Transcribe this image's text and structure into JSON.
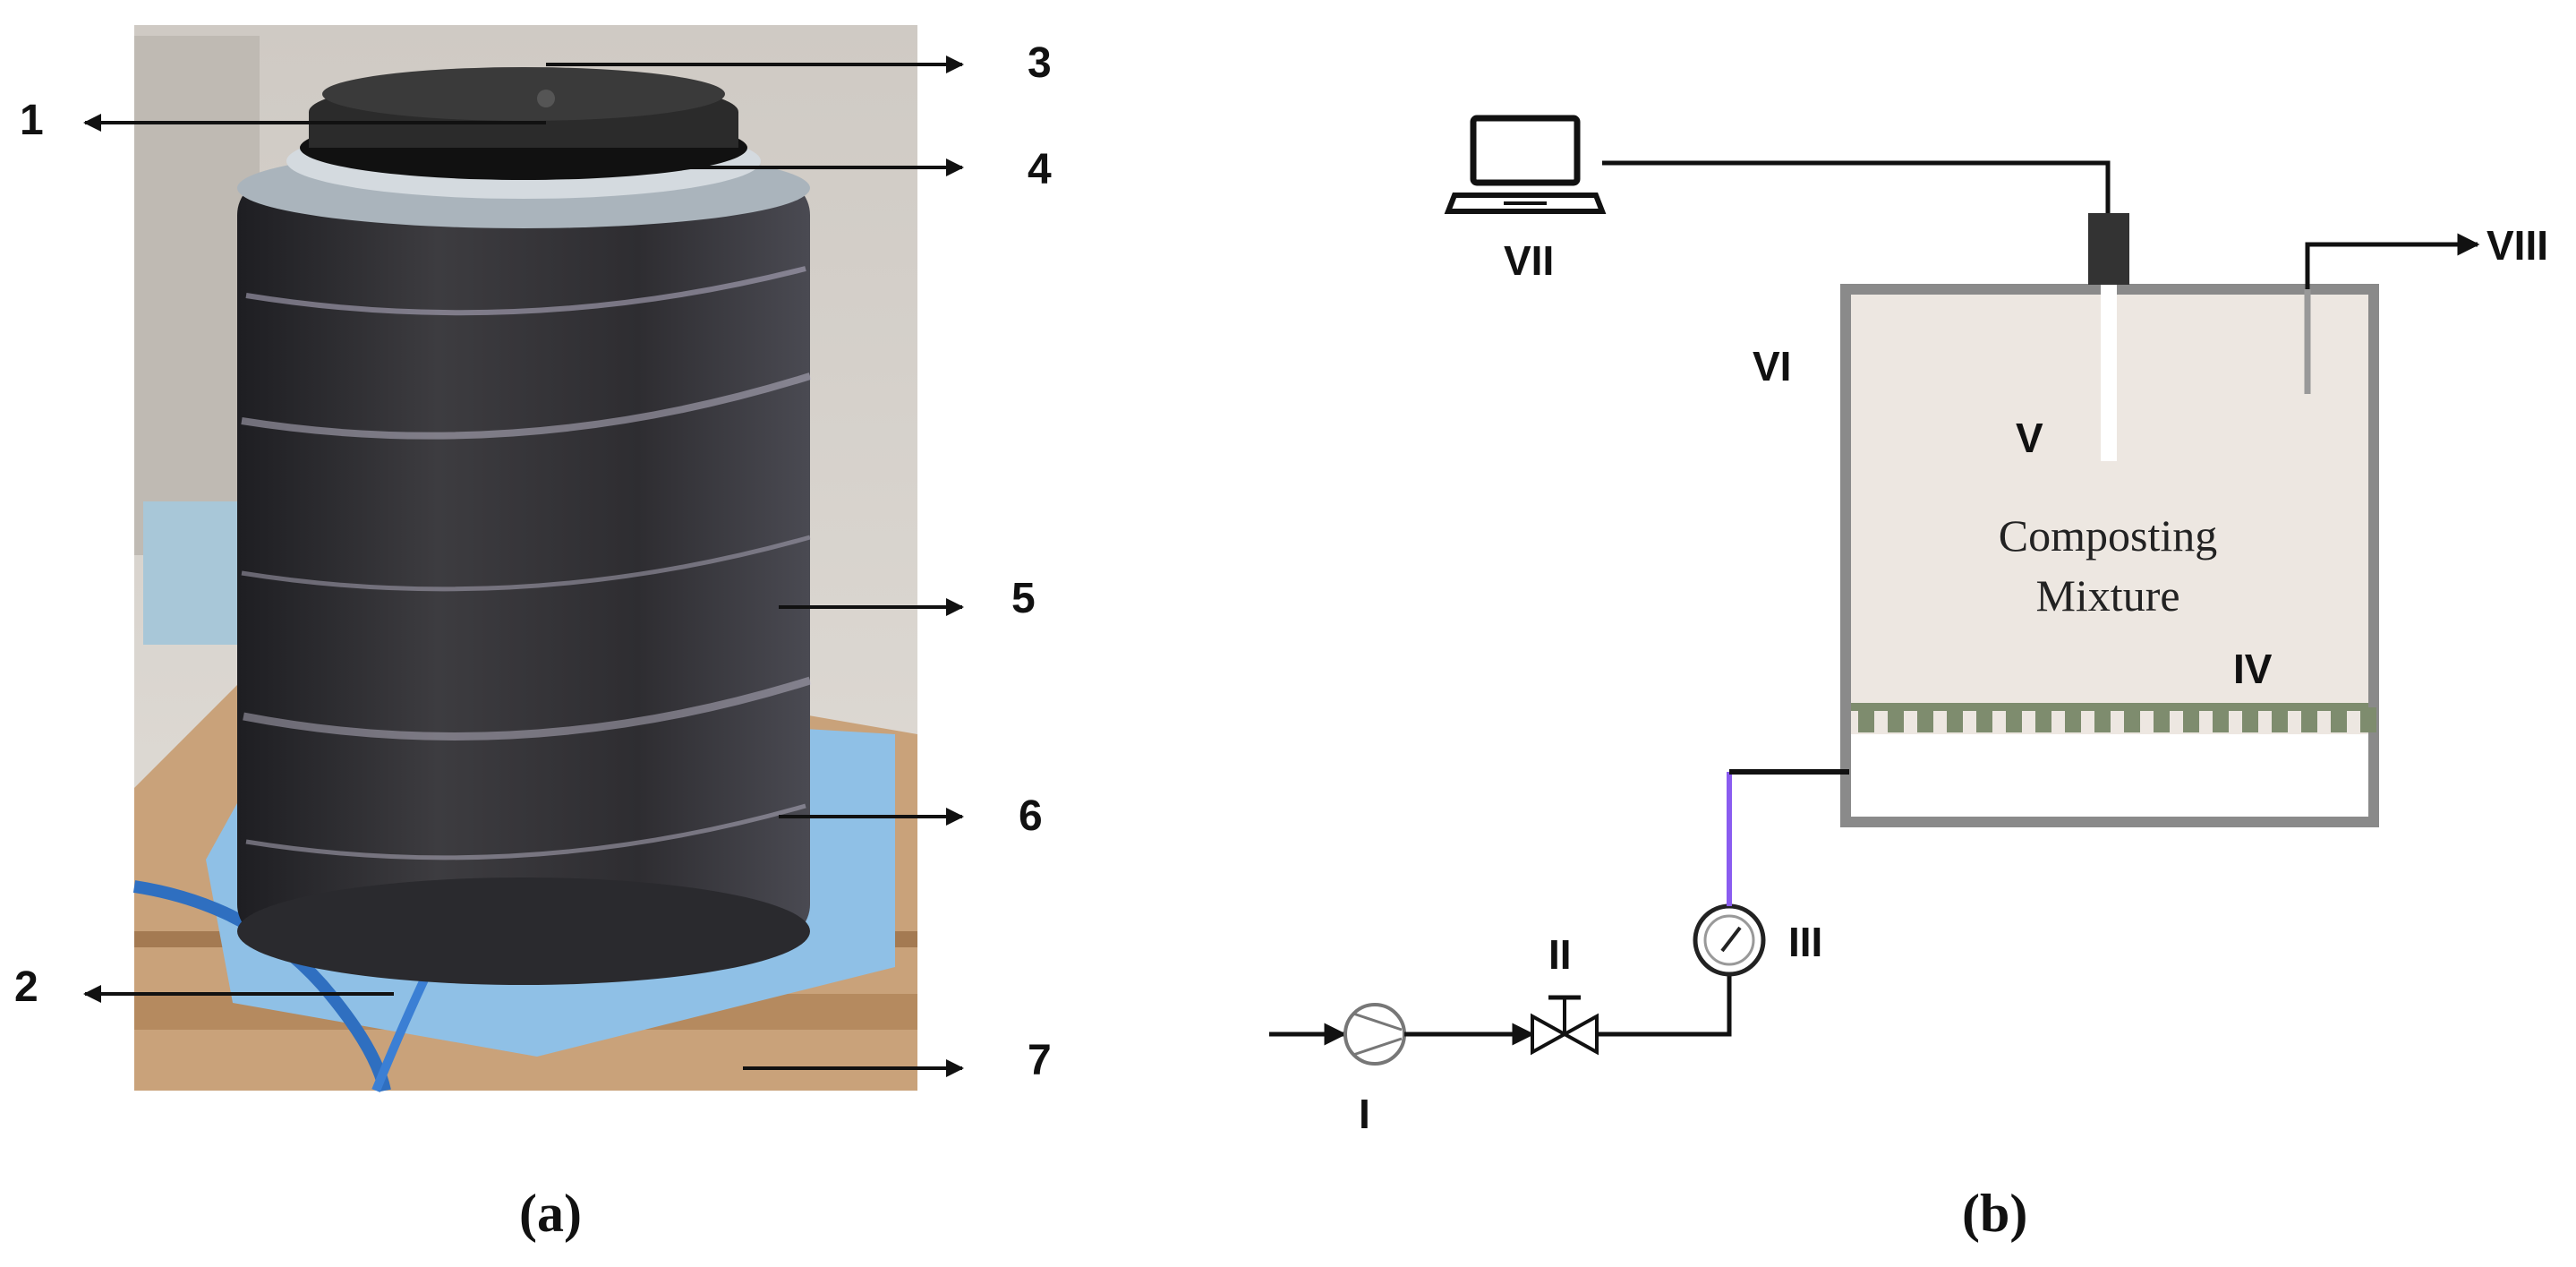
{
  "panel_a": {
    "caption": "(a)",
    "callouts": [
      {
        "id": "1"
      },
      {
        "id": "2"
      },
      {
        "id": "3"
      },
      {
        "id": "4"
      },
      {
        "id": "5"
      },
      {
        "id": "6"
      },
      {
        "id": "7"
      }
    ]
  },
  "panel_b": {
    "caption": "(b)",
    "labels": {
      "I": "I",
      "II": "II",
      "III": "III",
      "IV": "IV",
      "V": "V",
      "VI": "VI",
      "VII": "VII",
      "VIII": "VIII"
    },
    "mixture_line1": "Composting",
    "mixture_line2": "Mixture"
  },
  "colors": {
    "reactor_fill": "#ede7e1",
    "reactor_wall": "#8a8a8a",
    "perforated_plate": "#7e8c6e",
    "air_line_highlight": "#8a5cf0",
    "pipe": "#111111"
  }
}
